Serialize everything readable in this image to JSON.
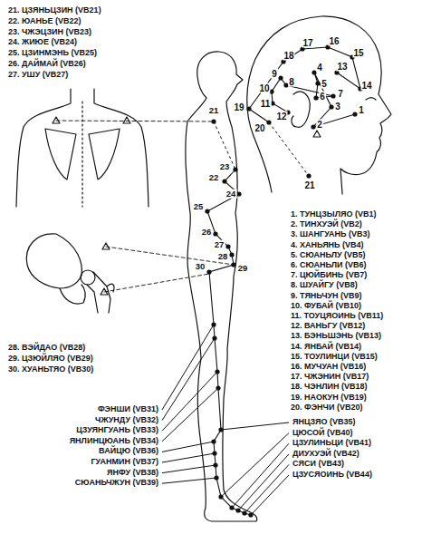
{
  "diagram": {
    "labels": [
      "21. ЦЗЯНЬЦЗИН (VB21)",
      "22. ЮАНЬЕ (VB22)",
      "23. ЧЖЭЦЗИН (VB23)",
      "24. ЖИЮЕ (VB24)",
      "25. ЦЗИНМЭНЬ (VB25)",
      "26. ДАЙМАЙ (VB26)",
      "27. УШУ (VB27)",
      "1",
      "2",
      "3",
      "4",
      "5",
      "6",
      "7",
      "8",
      "9",
      "10",
      "11",
      "12",
      "13",
      "14",
      "15",
      "16",
      "17",
      "18",
      "19",
      "20",
      "21",
      "21",
      "22",
      "23",
      "24",
      "25",
      "26",
      "27",
      "28",
      "29",
      "30",
      "1. ТУНЦЗЫЛЯО (VB1)",
      "2. ТИНХУЭЙ (VB2)",
      "3. ШАНГУАНЬ (VB3)",
      "4. ХАНЬЯНЬ (VB4)",
      "5. СЮАНЬЛУ (VB5)",
      "6. СЮАНЬЛИ (VB6)",
      "7. ЦЮЙБИНЬ (VB7)",
      "8. ШУАЙГУ (VB8)",
      "9. ТЯНЬЧУН (VB9)",
      "10. ФУБАЙ (VB10)",
      "11. ТОУЦЯОИНЬ (VB11)",
      "12. ВАНЬГУ (VB12)",
      "13. БЭНЬШЭНЬ (VB13)",
      "14. ЯНБАЙ (VB14)",
      "15. ТОУЛИНЦИ (VB15)",
      "16. МУЧУАН (VB16)",
      "17. ЧЖЭНИН (VB17)",
      "18. ЧЭНЛИН (VB18)",
      "19. НАОКУН (VB19)",
      "20. ФЭНЧИ (VB20)",
      "28. ВЭЙДАО (VB28)",
      "29. ЦЗЮЙЛЯО (VB29)",
      "30. ХУАНЬТЯО (VB30)",
      "ФЭНШИ (VB31)",
      "ЧЖУНДУ (VB32)",
      "ЦЗУЯНГУАНЬ (VB33)",
      "ЯНЛИНЦЮАНЬ (VB34)",
      "ВАЙЦЮ (VB36)",
      "ГУАНМИН (VB37)",
      "ЯНФУ (VB38)",
      "СЮАНЬЧЖУН (VB39)",
      "ЯНЦЗЯО (VB35)",
      "ЦЮСОЙ (VB40)",
      "ЦЗУЛИНЬЦИ (VB41)",
      "ДИУХУЭЙ (VB42)",
      "СЯСИ (VB43)",
      "ЦЗУСЯОИНЬ (VB44)"
    ]
  }
}
